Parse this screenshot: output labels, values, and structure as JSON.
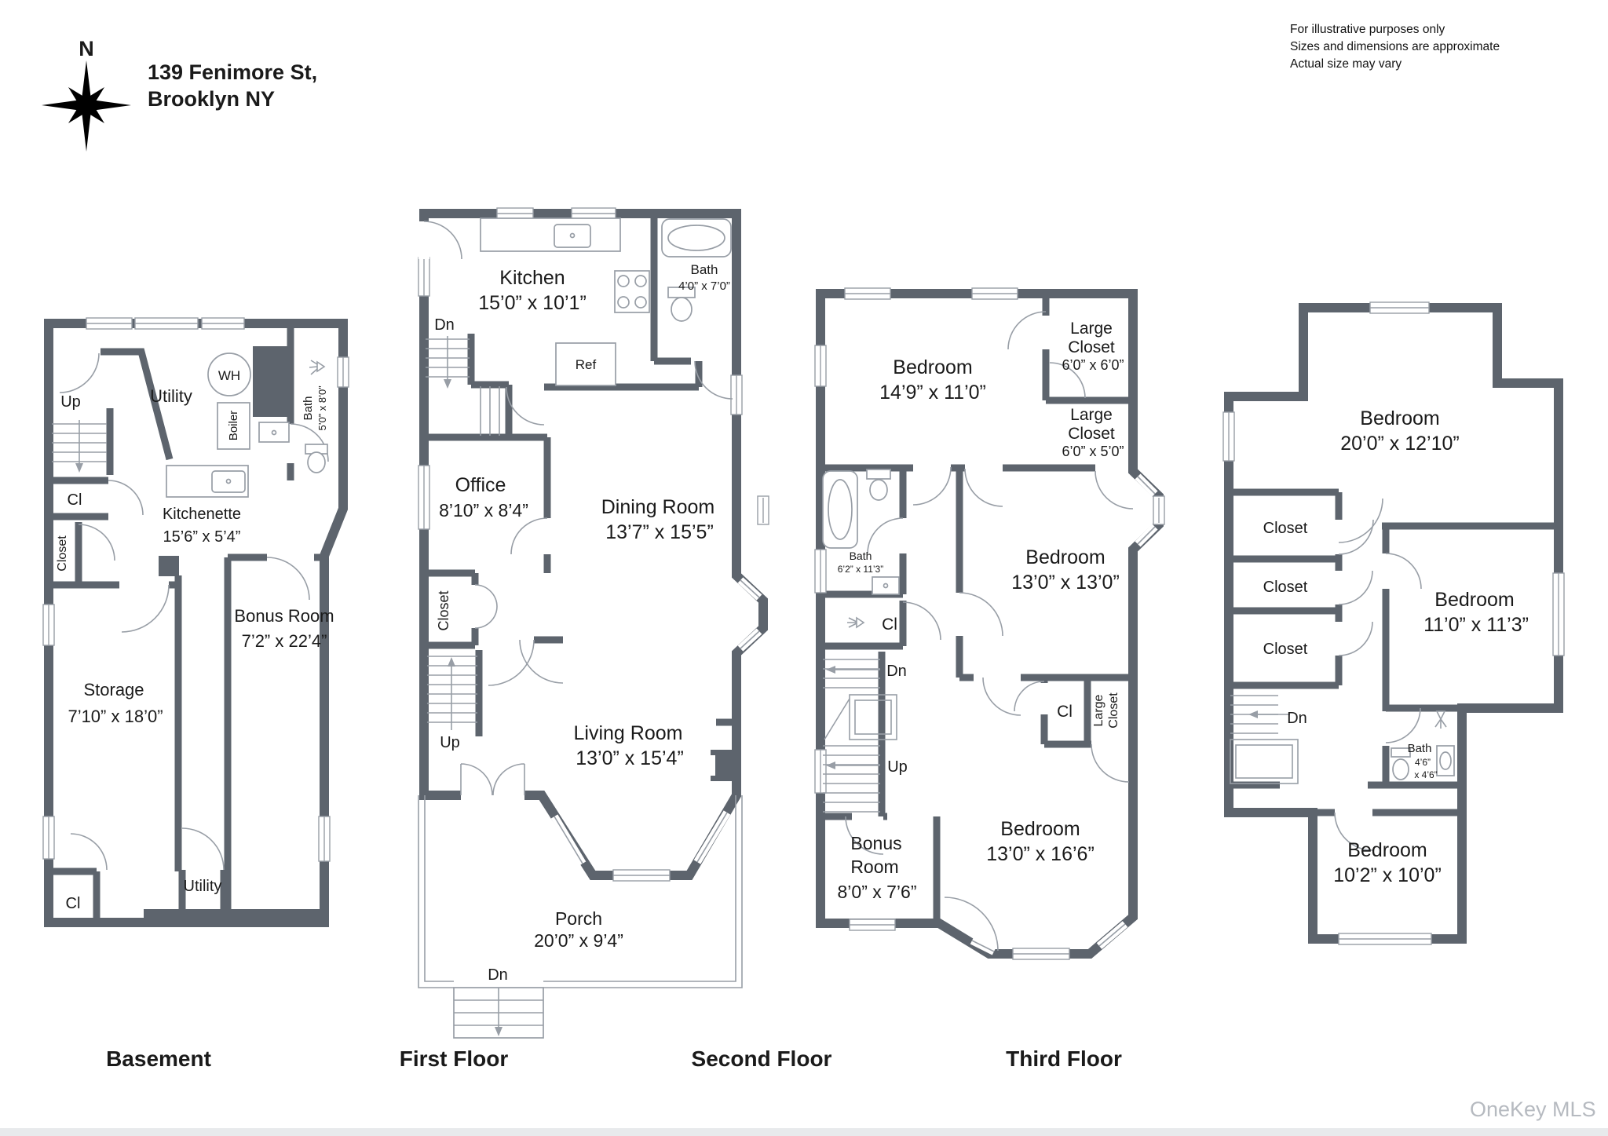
{
  "colors": {
    "wall": "#5d646d",
    "line": "#989ea6",
    "text": "#1a1a1a",
    "muted": "#b6bac0",
    "strip": "#e8eaec"
  },
  "header": {
    "compass": "N",
    "address_line1": "139 Fenimore St,",
    "address_line2": "Brooklyn NY"
  },
  "disclaimer": {
    "line1": "For illustrative purposes only",
    "line2": "Sizes and dimensions are approximate",
    "line3": "Actual size may vary"
  },
  "watermark": "OneKey MLS",
  "floors": {
    "basement": {
      "title": "Basement",
      "labels": {
        "up": "Up",
        "utility": "Utility",
        "wh": "WH",
        "boiler": "Boiler",
        "bath_name": "Bath",
        "bath_dims": "5’0” x 8’0”",
        "cl_upper": "Cl",
        "closet": "Closet",
        "kitchenette_name": "Kitchenette",
        "kitchenette_dims": "15’6” x 5’4”",
        "storage_name": "Storage",
        "storage_dims": "7’10” x 18’0”",
        "bonus_name": "Bonus Room",
        "bonus_dims": "7’2” x 22’4”",
        "cl_lower": "Cl",
        "utility_lower": "Utility"
      }
    },
    "first": {
      "title": "First Floor",
      "labels": {
        "kitchen_name": "Kitchen",
        "kitchen_dims": "15’0” x 10’1”",
        "bath_name": "Bath",
        "bath_dims": "4’0” x 7’0”",
        "dn": "Dn",
        "ref": "Ref",
        "office_name": "Office",
        "office_dims": "8’10” x 8’4”",
        "dining_name": "Dining Room",
        "dining_dims": "13’7” x 15’5”",
        "closet": "Closet",
        "up": "Up",
        "living_name": "Living Room",
        "living_dims": "13’0” x 15’4”",
        "porch_name": "Porch",
        "porch_dims": "20’0” x 9’4”",
        "porch_dn": "Dn"
      }
    },
    "second": {
      "title": "Second Floor",
      "labels": {
        "bedroom1_name": "Bedroom",
        "bedroom1_dims": "14’9” x 11’0”",
        "closet1_l1": "Large",
        "closet1_l2": "Closet",
        "closet1_dims": "6’0” x 6’0”",
        "closet2_l1": "Large",
        "closet2_l2": "Closet",
        "closet2_dims": "6’0” x 5’0”",
        "bath_name": "Bath",
        "bath_dims": "6’2” x 11’3”",
        "cl_hall": "Cl",
        "dn": "Dn",
        "up": "Up",
        "bedroom2_name": "Bedroom",
        "bedroom2_dims": "13’0” x 13’0”",
        "cl_bed": "Cl",
        "large_closet_l1": "Large",
        "large_closet_l2": "Closet",
        "bonus_l1": "Bonus",
        "bonus_l2": "Room",
        "bonus_dims": "8’0” x 7’6”",
        "bedroom3_name": "Bedroom",
        "bedroom3_dims": "13’0” x 16’6”"
      }
    },
    "third": {
      "title": "Third Floor",
      "labels": {
        "bedroom1_name": "Bedroom",
        "bedroom1_dims": "20’0” x 12’10”",
        "closet1": "Closet",
        "closet2": "Closet",
        "closet3": "Closet",
        "bedroom2_name": "Bedroom",
        "bedroom2_dims": "11’0” x 11’3”",
        "dn": "Dn",
        "bath_name": "Bath",
        "bath_d1": "4’6”",
        "bath_d2": "x 4’6”",
        "bedroom3_name": "Bedroom",
        "bedroom3_dims": "10’2” x 10’0”"
      }
    }
  }
}
